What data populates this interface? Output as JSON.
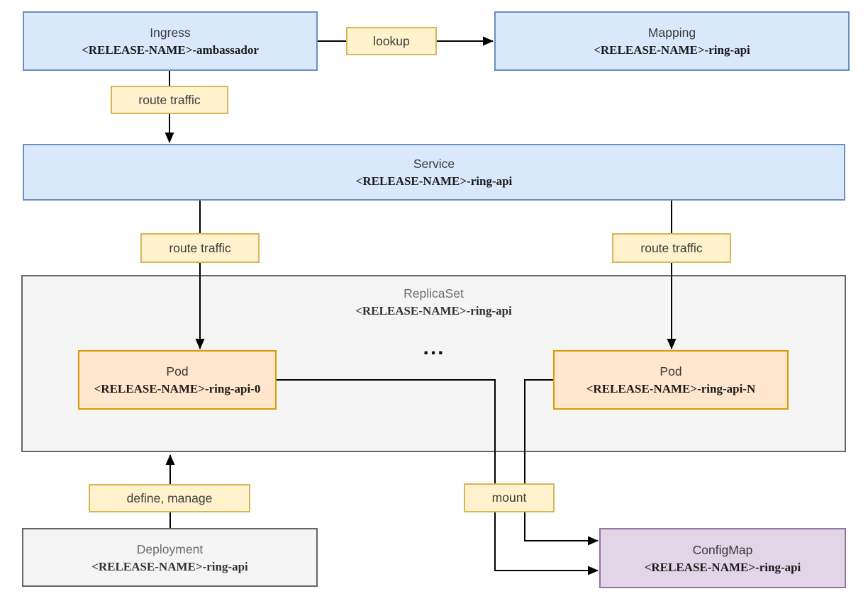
{
  "diagram": {
    "nodes": {
      "ingress": {
        "title": "Ingress",
        "subtitle": "<RELEASE-NAME>-ambassador"
      },
      "mapping": {
        "title": "Mapping",
        "subtitle": "<RELEASE-NAME>-ring-api"
      },
      "service": {
        "title": "Service",
        "subtitle": "<RELEASE-NAME>-ring-api"
      },
      "replicaset": {
        "title": "ReplicaSet",
        "subtitle": "<RELEASE-NAME>-ring-api"
      },
      "pod_0": {
        "title": "Pod",
        "subtitle": "<RELEASE-NAME>-ring-api-0"
      },
      "pod_n": {
        "title": "Pod",
        "subtitle": "<RELEASE-NAME>-ring-api-N"
      },
      "deployment": {
        "title": "Deployment",
        "subtitle": "<RELEASE-NAME>-ring-api"
      },
      "configmap": {
        "title": "ConfigMap",
        "subtitle": "<RELEASE-NAME>-ring-api"
      }
    },
    "edge_labels": {
      "lookup": "lookup",
      "route_traffic_ingress": "route traffic",
      "route_traffic_pod0": "route traffic",
      "route_traffic_podn": "route traffic",
      "define_manage": "define, manage",
      "mount": "mount"
    },
    "ellipsis": "..."
  },
  "colors": {
    "canvas_bg": "#ffffff",
    "blue_fill": "#dae8fc",
    "blue_stroke": "#6c8ebf",
    "yellow_fill": "#fff2cc",
    "yellow_stroke": "#d6b656",
    "orange_fill": "#ffe6cc",
    "orange_stroke": "#d79b00",
    "purple_fill": "#e1d5e7",
    "purple_stroke": "#9673a6",
    "gray_fill": "#f5f5f5",
    "gray_stroke": "#666666",
    "edge": "#000000"
  }
}
